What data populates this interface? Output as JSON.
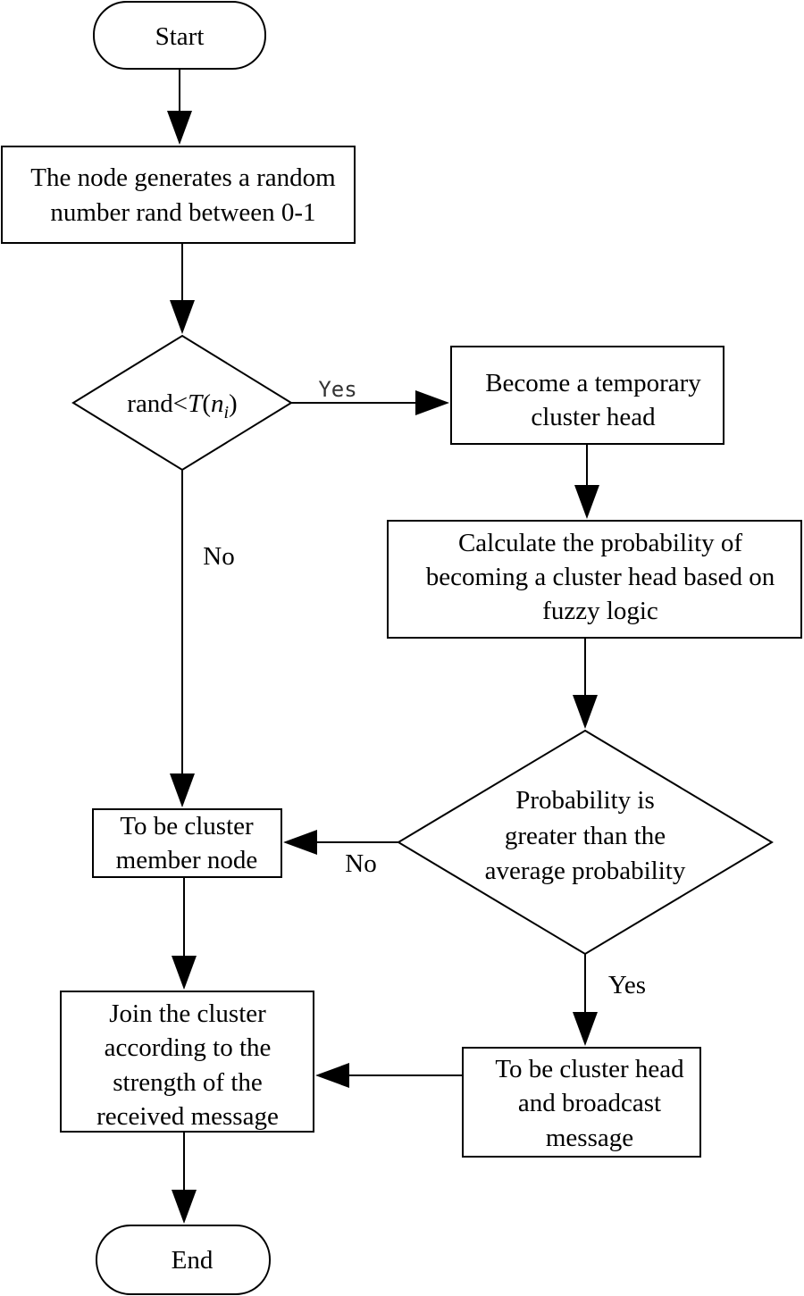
{
  "nodes": {
    "start": "Start",
    "generate": [
      "The node generates a random",
      "number rand between 0-1"
    ],
    "decision1": {
      "prefix": "rand<",
      "func": "T",
      "open": "(",
      "var": "n",
      "sub": "i",
      "close": ")"
    },
    "temp_head": [
      "Become a temporary",
      "cluster head"
    ],
    "calc_prob": [
      "Calculate the probability of",
      "becoming a cluster head based on",
      "fuzzy logic"
    ],
    "decision2": [
      "Probability is",
      "greater than the",
      "average probability"
    ],
    "member_node": [
      "To be cluster",
      "member node"
    ],
    "cluster_head": [
      "To be cluster head",
      "and broadcast",
      "message"
    ],
    "join_cluster": [
      "Join the cluster",
      "according to the",
      "strength of the",
      "received message"
    ],
    "end": "End"
  },
  "edge_labels": {
    "decision1_yes": "Yes",
    "decision1_no": "No",
    "decision2_no": "No",
    "decision2_yes": "Yes"
  }
}
